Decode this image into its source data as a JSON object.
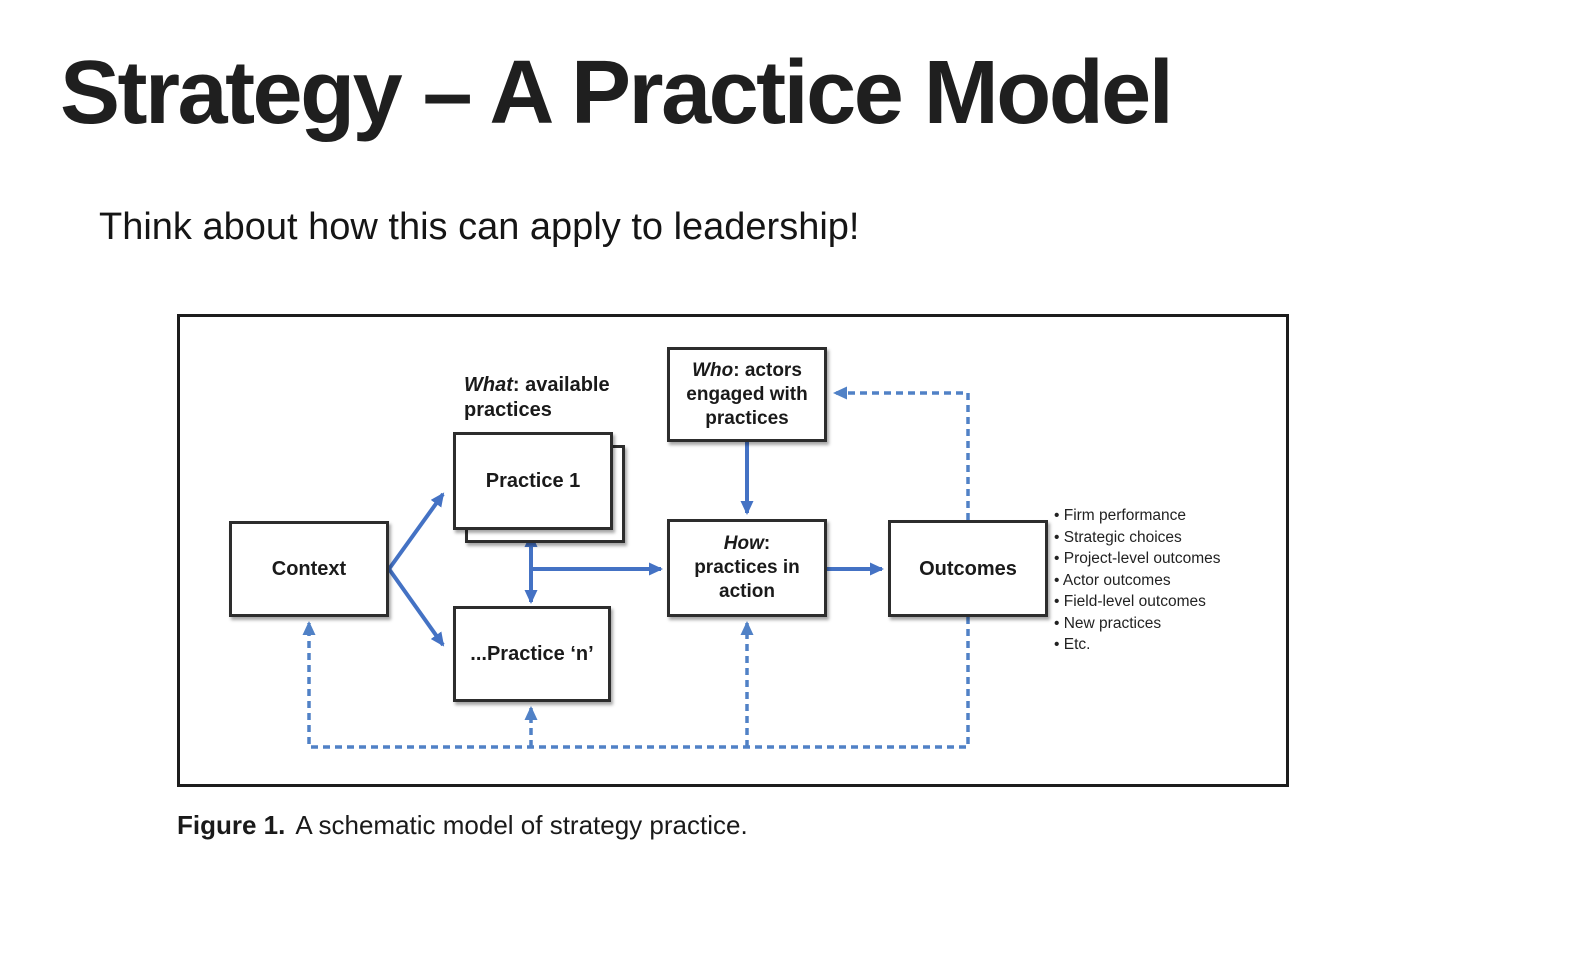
{
  "slide": {
    "title": "Strategy – A Practice Model",
    "subtitle": "Think about how this can apply to leadership!"
  },
  "figure": {
    "caption_label": "Figure 1.",
    "caption_text": "A schematic model of strategy practice.",
    "colors": {
      "solid_arrow_blue": "#4472c4",
      "dashed_arrow_blue": "#5081c6",
      "box_border": "#2d2d2d"
    },
    "labels": {
      "what_italic": "What",
      "what_rest": ": available practices",
      "context": "Context",
      "practice1": "Practice 1",
      "practice_n": "...Practice ‘n’",
      "who_italic": "Who",
      "who_rest": ": actors engaged with practices",
      "how_italic": "How",
      "how_colon": ":",
      "how_rest": "practices in action",
      "outcomes": "Outcomes"
    },
    "outcome_bullets": [
      "Firm performance",
      "Strategic choices",
      "Project-level outcomes",
      "Actor outcomes",
      "Field-level outcomes",
      "New practices",
      "Etc."
    ]
  }
}
